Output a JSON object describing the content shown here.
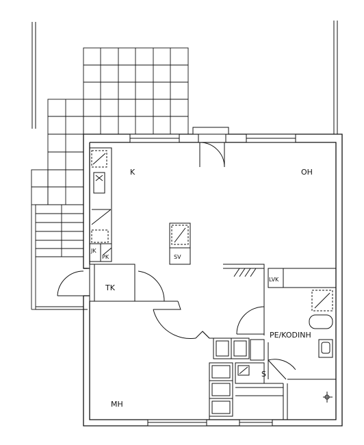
{
  "rooms": {
    "kitchen": "K",
    "living": "OH",
    "entry": "TK",
    "bedroom": "MH",
    "laundry_bath": "PE/KODINH",
    "sauna": "S"
  },
  "fixtures": {
    "stove": "SV",
    "dishwasher": "JK",
    "freezer": "PK",
    "ventilation": "LVK"
  }
}
